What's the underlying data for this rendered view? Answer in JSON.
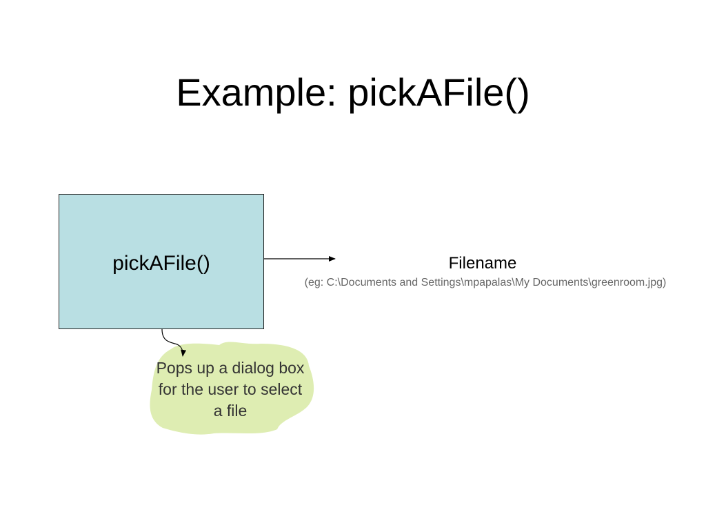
{
  "slide": {
    "title": "Example: pickAFile()"
  },
  "function_box": {
    "label": "pickAFile()"
  },
  "output": {
    "label": "Filename",
    "example": "(eg:  C:\\Documents and Settings\\mpapalas\\My Documents\\greenroom.jpg)"
  },
  "note": {
    "text": "Pops up a dialog box for the user to select a file"
  },
  "colors": {
    "function_box_fill": "#b9dfe3",
    "note_fill": "#deedb2",
    "example_text": "#666666"
  }
}
